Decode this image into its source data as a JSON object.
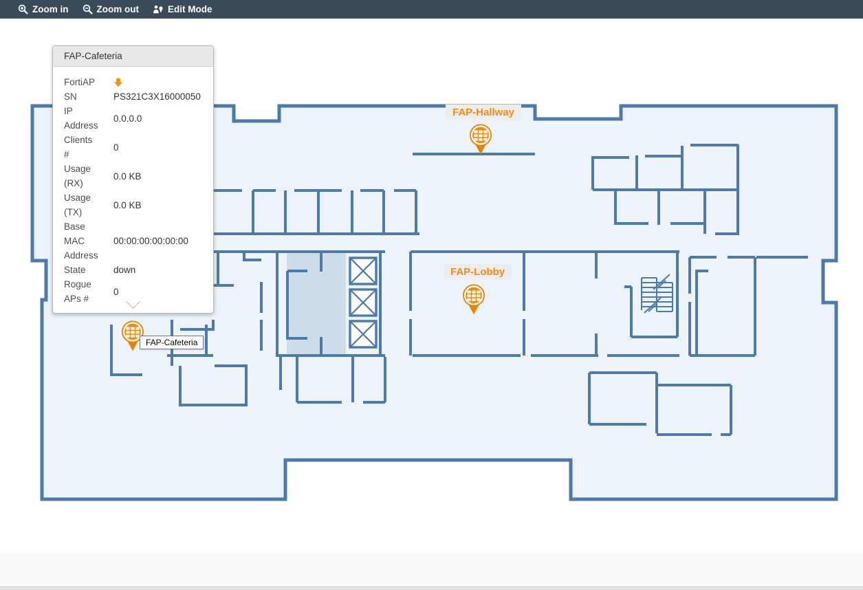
{
  "toolbar": {
    "zoom_in": "Zoom in",
    "zoom_out": "Zoom out",
    "edit_mode": "Edit Mode"
  },
  "popup": {
    "title": "FAP-Cafeteria",
    "rows": [
      {
        "label": "FortiAP",
        "value": ""
      },
      {
        "label": "SN",
        "value": "PS321C3X16000050"
      },
      {
        "label": "IP Address",
        "value": "0.0.0.0"
      },
      {
        "label": "Clients #",
        "value": "0"
      },
      {
        "label": "Usage (RX)",
        "value": "0.0 KB"
      },
      {
        "label": "Usage (TX)",
        "value": "0.0 KB"
      },
      {
        "label": "Base MAC Address",
        "value": "00:00:00:00:00:00"
      },
      {
        "label": "State",
        "value": "down"
      },
      {
        "label": "Rogue APs #",
        "value": "0"
      }
    ]
  },
  "access_points": [
    {
      "name": "FAP-Hallway"
    },
    {
      "name": "FAP-Lobby"
    },
    {
      "name": "FAP-Cafeteria"
    }
  ],
  "tooltip": {
    "text": "FAP-Cafeteria"
  },
  "colors": {
    "toolbar_bg": "#3b4a59",
    "wall_blue": "#4e7aab",
    "floor_fill": "#edf3fa",
    "elevator_core_fill": "#cddeea",
    "accent_orange": "#f18d0e",
    "label_bg": "#ededed"
  }
}
